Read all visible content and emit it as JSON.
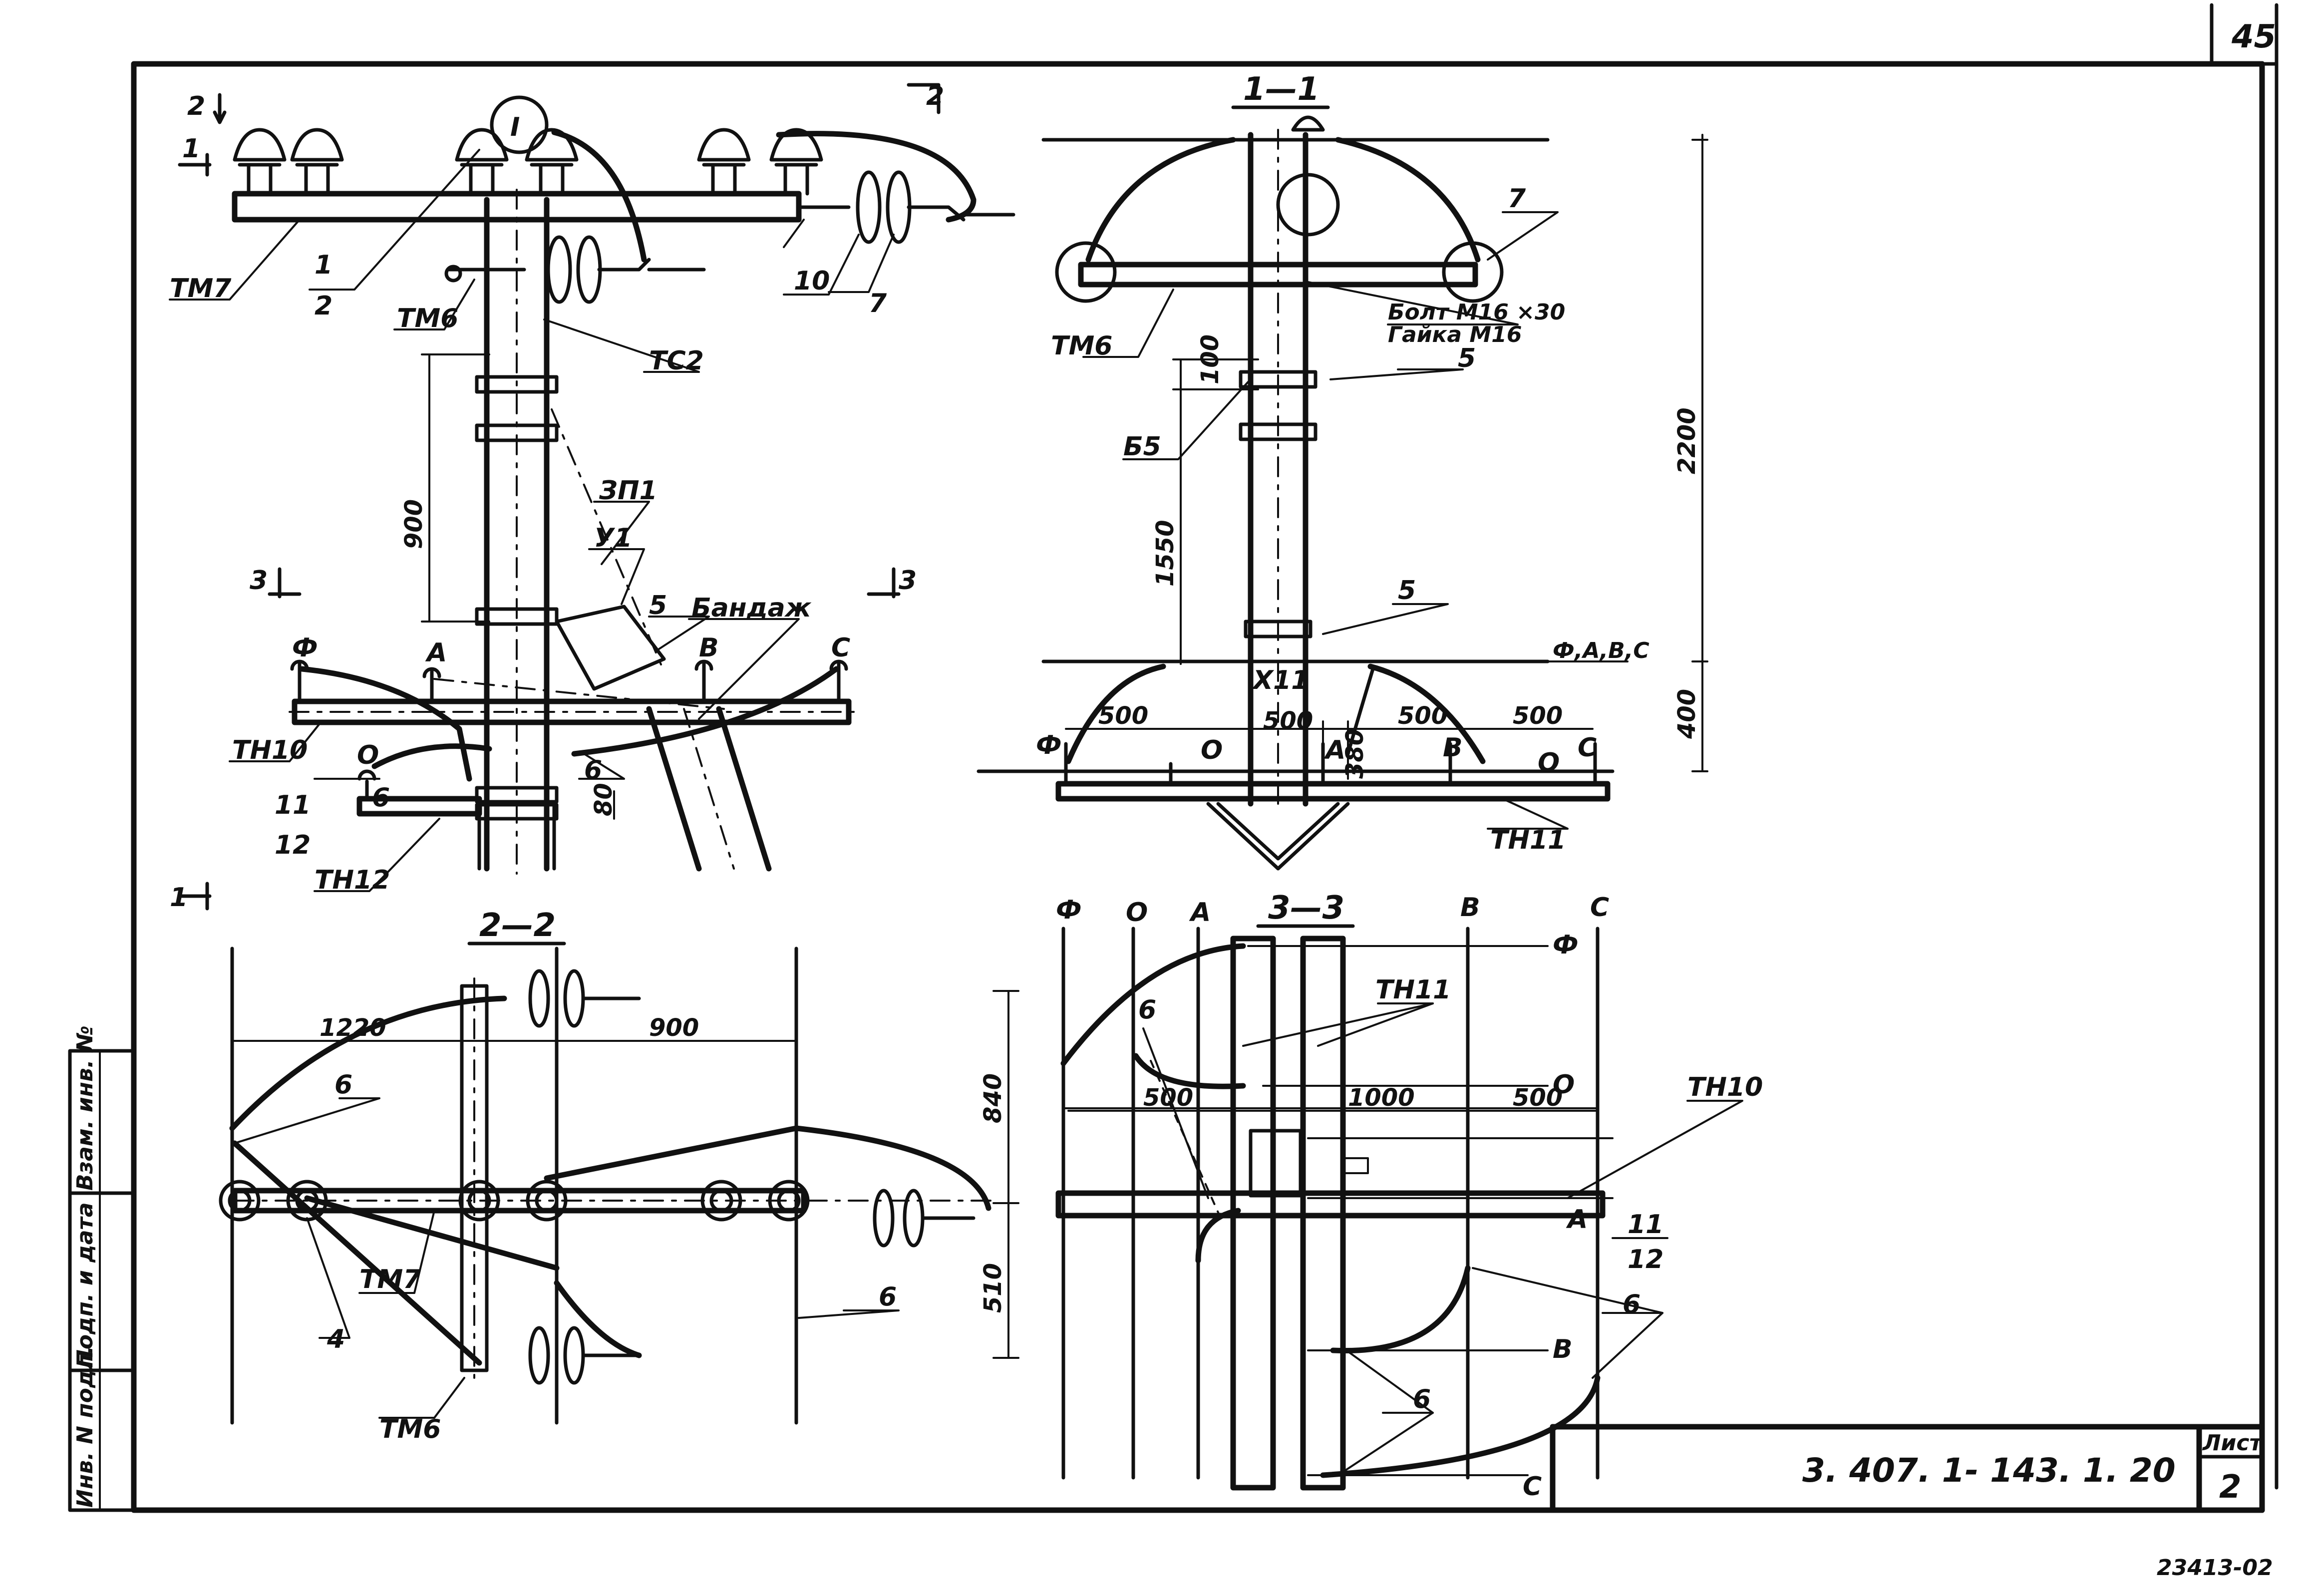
{
  "sheet": {
    "page_number": "45",
    "designation": "3. 407. 1- 143. 1. 20",
    "list_label": "Лист",
    "list_number": "2",
    "archive_number": "23413-02",
    "side_stamp": [
      "Инв. N подл.",
      "Подп. и дата",
      "Взам. инв. №"
    ]
  },
  "view_main": {
    "marker_I": "I",
    "section_marks": [
      "1",
      "1",
      "2",
      "2",
      "3",
      "3"
    ],
    "labels": {
      "tm7": "ТМ7",
      "tm6": "ТМ6",
      "tc2": "ТС2",
      "zp1": "ЗП1",
      "y1": "У1",
      "bandazh": "Бандаж",
      "tn10": "ТН10",
      "tn12": "ТН12",
      "n1": "1",
      "n2": "2",
      "n5": "5",
      "n6": "6",
      "n7": "7",
      "n10": "10",
      "n11": "11",
      "n12": "12",
      "phase_f": "Ф",
      "phase_a": "А",
      "phase_b": "В",
      "phase_c": "С",
      "phase_o": "О"
    },
    "dims": {
      "d900": "900",
      "d80": "80"
    }
  },
  "view_1_1": {
    "title": "1—1",
    "labels": {
      "n7": "7",
      "tm6": "ТМ6",
      "bolt": "Болт М16 ×30",
      "nut": "Гайка М16",
      "n5a": "5",
      "b5": "Б5",
      "n5b": "5",
      "phases": "Ф,А,В,С",
      "x11": "Х11",
      "tn11": "ТН11",
      "phase_f": "Ф",
      "phase_o": "О",
      "phase_a": "А",
      "phase_b": "В",
      "phase_o2": "О",
      "phase_c": "С"
    },
    "dims": {
      "d100": "100",
      "d1550": "1550",
      "d2200": "2200",
      "d400": "400",
      "d500a": "500",
      "d500b": "500",
      "d500c": "500",
      "d500d": "500",
      "d380": "380"
    }
  },
  "view_2_2": {
    "title": "2—2",
    "labels": {
      "n6a": "6",
      "n6b": "6",
      "tm7": "ТМ7",
      "n4": "4",
      "tm6": "ТМ6"
    },
    "dims": {
      "d1220": "1220",
      "d900": "900",
      "d840": "840",
      "d510": "510"
    }
  },
  "view_3_3": {
    "title": "3—3",
    "labels": {
      "top_f": "Ф",
      "top_o": "О",
      "top_a": "А",
      "top_b": "В",
      "top_c": "С",
      "right_f": "Ф",
      "right_o": "О",
      "right_a": "А",
      "right_b": "В",
      "bottom_c": "С",
      "tn11": "ТН11",
      "tn10": "ТН10",
      "n6a": "6",
      "n6b": "6",
      "n6c": "6",
      "n11": "11",
      "n12": "12"
    },
    "dims": {
      "d500a": "500",
      "d1000": "1000",
      "d500b": "500"
    }
  }
}
